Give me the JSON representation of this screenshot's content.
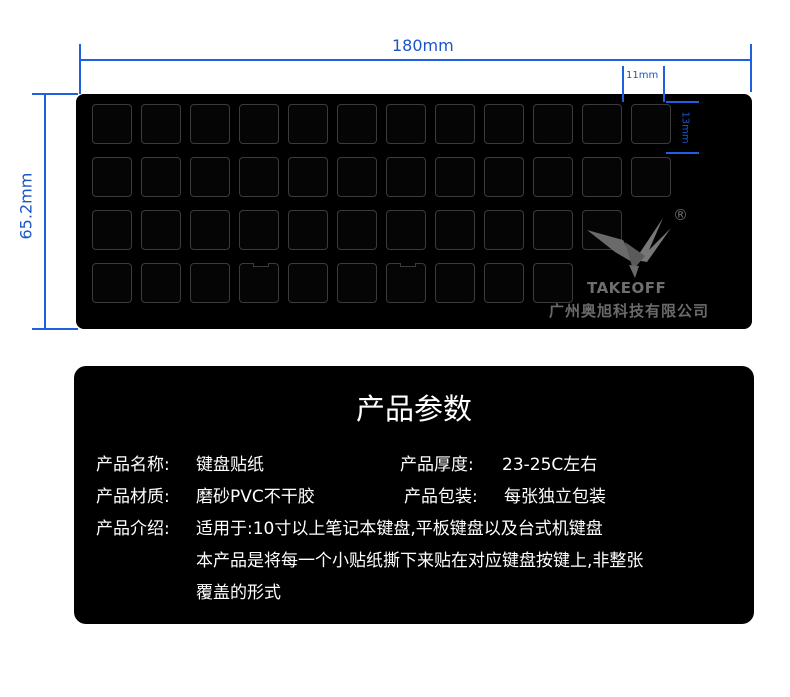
{
  "dimensions": {
    "width_label": "180mm",
    "height_label": "65.2mm",
    "key_width_label": "11mm",
    "key_height_label": "13mm"
  },
  "sticker_sheet": {
    "rows": 4,
    "columns": 12,
    "keys_with_notch": [
      {
        "row": 3,
        "col": 3
      },
      {
        "row": 3,
        "col": 6
      }
    ],
    "logo_icon": "bird-logo-icon",
    "brand_text": "TAKEOFF",
    "registered_mark": "®",
    "company_text": "广州奥旭科技有限公司"
  },
  "info_panel": {
    "title": "产品参数",
    "name_label": "产品名称:",
    "name_value": "键盘贴纸",
    "thickness_label": "产品厚度:",
    "thickness_value": "23-25C左右",
    "material_label": "产品材质:",
    "material_value": "磨砂PVC不干胶",
    "packaging_label": "产品包装:",
    "packaging_value": "每张独立包装",
    "intro_label": "产品介绍:",
    "intro_line1": "适用于:10寸以上笔记本键盘,平板键盘以及台式机键盘",
    "intro_line2": "本产品是将每一个小贴纸撕下来贴在对应键盘按键上,非整张",
    "intro_line3": "覆盖的形式"
  },
  "colors": {
    "dimension_blue": "#1f5fe0",
    "background": "#ffffff",
    "panel": "#000000"
  }
}
